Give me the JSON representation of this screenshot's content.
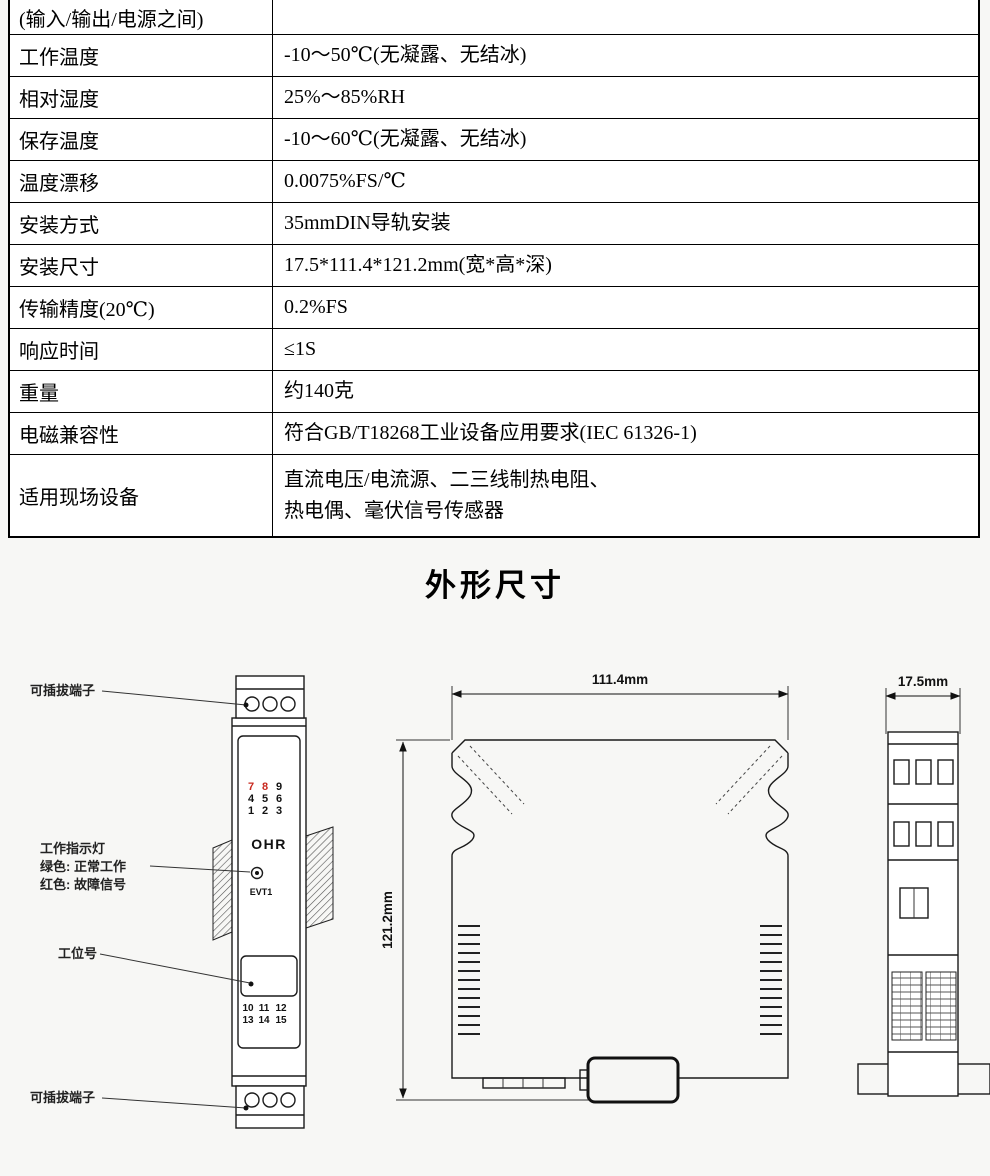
{
  "colors": {
    "terminal_red": "#c8281e"
  },
  "table": {
    "rows": [
      {
        "label": "(输入/输出/电源之间)",
        "value": ""
      },
      {
        "label": "工作温度",
        "value": "-10～50℃(无凝露、无结冰)"
      },
      {
        "label": "相对湿度",
        "value": "25%～85%RH"
      },
      {
        "label": "保存温度",
        "value": "-10～60℃(无凝露、无结冰)"
      },
      {
        "label": "温度漂移",
        "value": "0.0075%FS/℃"
      },
      {
        "label": "安装方式",
        "value": "35mmDIN导轨安装"
      },
      {
        "label": "安装尺寸",
        "value": "17.5*111.4*121.2mm(宽*高*深)"
      },
      {
        "label": "传输精度(20℃)",
        "value": "0.2%FS"
      },
      {
        "label": "响应时间",
        "value": "≤1S"
      },
      {
        "label": "重量",
        "value": "约140克"
      },
      {
        "label": "电磁兼容性",
        "value": "符合GB/T18268工业设备应用要求(IEC 61326-1)"
      },
      {
        "label": "适用现场设备",
        "value": "直流电压/电流源、二三线制热电阻、\n热电偶、毫伏信号传感器"
      }
    ]
  },
  "sections": {
    "outline_title": "外形尺寸"
  },
  "drawing": {
    "labels": {
      "plug_top": "可插拔端子",
      "indicator_title": "工作指示灯",
      "indicator_green": "绿色: 正常工作",
      "indicator_red": "红色: 故障信号",
      "station": "工位号",
      "plug_bottom": "可插拔端子"
    },
    "front": {
      "brand": "OHR",
      "led_label": "EVT1",
      "top_rows": [
        [
          "7",
          "8",
          "9"
        ],
        [
          "4",
          "5",
          "6"
        ],
        [
          "1",
          "2",
          "3"
        ]
      ],
      "bottom_rows": [
        [
          "10",
          "11",
          "12"
        ],
        [
          "13",
          "14",
          "15"
        ]
      ]
    },
    "dims": {
      "width": "111.4mm",
      "height": "121.2mm",
      "depth": "17.5mm"
    }
  }
}
